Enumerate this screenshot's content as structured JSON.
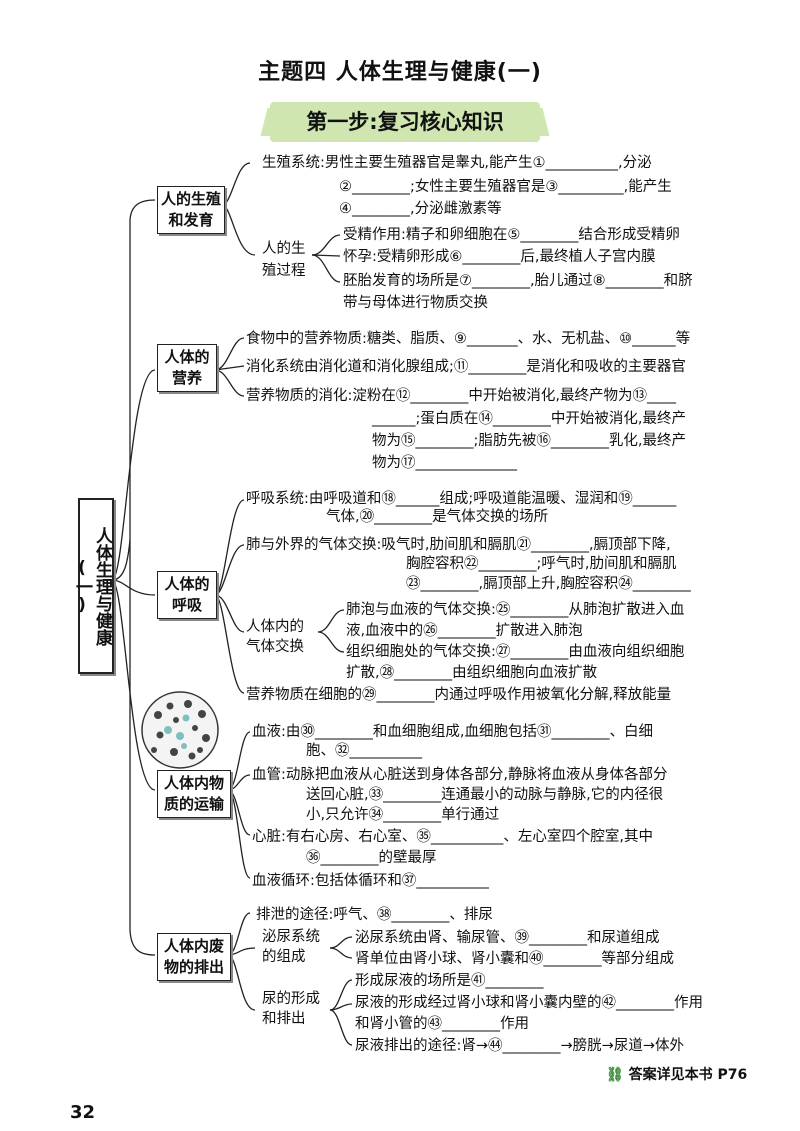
{
  "title": "主题四    人体生理与健康(一)",
  "banner": "第一步:复习核心知识",
  "root": "人体生理与健康(一)",
  "groups": [
    {
      "name": "人的生殖和发育"
    },
    {
      "name": "人体的营养"
    },
    {
      "name": "人体的呼吸"
    },
    {
      "name": "人体内物质的运输"
    },
    {
      "name": "人体内废物的排出"
    }
  ],
  "lines": [
    "生殖系统:男性主要生殖器官是睾丸,能产生①__________,分泌",
    "②________;女性主要生殖器官是③_________,能产生",
    "④________,分泌雌激素等",
    "人的生",
    "殖过程",
    "受精作用:精子和卵细胞在⑤________结合形成受精卵",
    "怀孕:受精卵形成⑥________后,最终植人子宫内膜",
    "胚胎发育的场所是⑦________,胎儿通过⑧________和脐",
    "带与母体进行物质交换",
    "食物中的营养物质:糖类、脂质、⑨_______、水、无机盐、⑩______等",
    "消化系统由消化道和消化腺组成;⑪________是消化和吸收的主要器官",
    "营养物质的消化:淀粉在⑫________中开始被消化,最终产物为⑬____",
    "______;蛋白质在⑭________中开始被消化,最终产",
    "物为⑮________;脂肪先被⑯________乳化,最终产",
    "物为⑰______________",
    "呼吸系统:由呼吸道和⑱______组成;呼吸道能温暖、湿润和⑲______",
    "气体,⑳________是气体交换的场所",
    "肺与外界的气体交换:吸气时,肋间肌和膈肌㉑________,膈顶部下降,",
    "胸腔容积㉒________;呼气时,肋间肌和膈肌",
    "㉓________,膈顶部上升,胸腔容积㉔________",
    "人体内的",
    "气体交换",
    "肺泡与血液的气体交换:㉕________从肺泡扩散进入血",
    "液,血液中的㉖________扩散进入肺泡",
    "组织细胞处的气体交换:㉗________由血液向组织细胞",
    "扩散,㉘________由组织细胞向血液扩散",
    "营养物质在细胞的㉙________内通过呼吸作用被氧化分解,释放能量",
    "血液:由㉚________和血细胞组成,血细胞包括㉛________、白细",
    "胞、㉜__________",
    "血管:动脉把血液从心脏送到身体各部分,静脉将血液从身体各部分",
    "送回心脏,㉝________连通最小的动脉与静脉,它的内径很",
    "小,只允许㉞________单行通过",
    "心脏:有右心房、右心室、㉟__________、左心室四个腔室,其中",
    "㊱________的壁最厚",
    "血液循环:包括体循环和㊲__________",
    "排泄的途径:呼气、㊳________、排尿",
    "泌尿系统",
    "的组成",
    "泌尿系统由肾、输尿管、㊴________和尿道组成",
    "肾单位由肾小球、肾小囊和㊵________等部分组成",
    "尿的形成",
    "和排出",
    "形成尿液的场所是㊶________",
    "尿液的形成经过肾小球和肾小囊内壁的㊷________作用",
    "和肾小管的㊸________作用",
    "尿液排出的途径:肾→㊹________→膀胱→尿道→体外"
  ],
  "footer": "答案详见本书 P76",
  "page_number": "32"
}
